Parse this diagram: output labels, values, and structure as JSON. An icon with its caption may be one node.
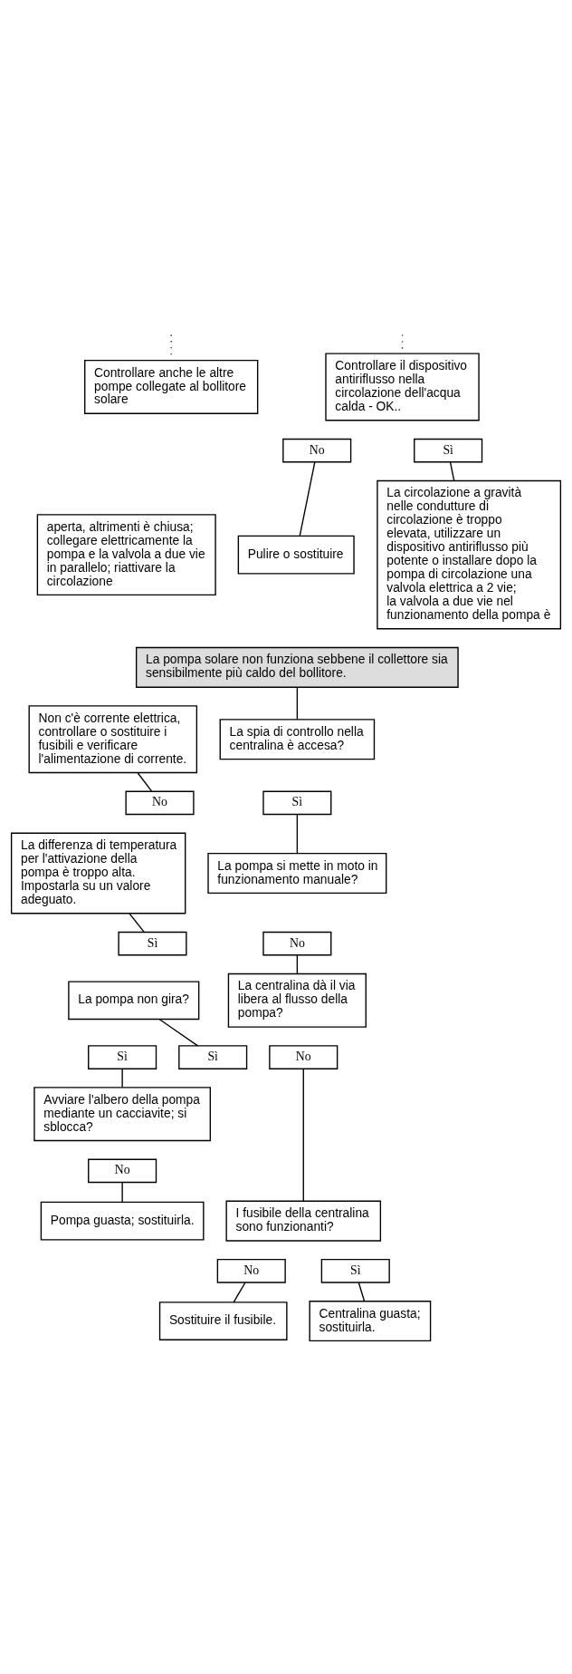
{
  "diagram": {
    "nodes": [
      {
        "text": [
          "Controllare il dispositivo antiriflusso nella circolazione dell'acqua calda - OK.."
        ]
      },
      {
        "text": [
          "Sì"
        ]
      },
      {
        "text": [
          "No"
        ]
      },
      {
        "text": [
          "Controllare anche le altre pompe collegate al bollitore solare"
        ]
      },
      {
        "text": [
          "La circolazione a gravità nelle condutture di circolazione è troppo elevata, utilizzare un dispositivo antiriflusso più potente o installare dopo la pompa di circolazione una valvola elettrica a 2 vie; la valvola a due vie nel funzionamento della pompa è"
        ]
      },
      {
        "text": [
          "Pulire o sostituire"
        ]
      },
      {
        "text": [
          "aperta, altrimenti è chiusa; collegare elettricamente la pompa e la valvola a due vie in parallelo; riattivare la circolazione"
        ]
      },
      {
        "text": [
          "La pompa solare non funziona sebbene il collettore sia sensibilmente più caldo del bollitore."
        ]
      },
      {
        "text": [
          "La spia di controllo nella centralina è accesa?"
        ]
      },
      {
        "text": [
          "Sì"
        ]
      },
      {
        "text": [
          "No"
        ]
      },
      {
        "text": [
          "Non c'è corrente elettrica, controllare o sostituire i fusibili e verificare l'alimentazione di corrente."
        ]
      },
      {
        "text": [
          "La pompa si mette in moto in funzionamento manuale?"
        ]
      },
      {
        "text": [
          "No"
        ]
      },
      {
        "text": [
          "Sì"
        ]
      },
      {
        "text": [
          "La differenza di temperatura per l'attivazione della pompa è troppo alta. Impostarla su un valore adeguato."
        ]
      },
      {
        "text": [
          "La centralina dà il via libera al flusso della pompa?"
        ]
      },
      {
        "text": [
          "No"
        ]
      },
      {
        "text": [
          "Sì"
        ]
      },
      {
        "text": [
          "La pompa non gira?"
        ]
      },
      {
        "text": [
          "Sì"
        ]
      },
      {
        "text": [
          "Avviare l'albero della pompa mediante un cacciavite; si sblocca?"
        ]
      },
      {
        "text": [
          "No"
        ]
      },
      {
        "text": [
          "Pompa guasta; sostituirla."
        ]
      },
      {
        "text": [
          "I fusibile della centralina sono funzionanti?"
        ]
      },
      {
        "text": [
          "No"
        ]
      },
      {
        "text": [
          "Sì"
        ]
      },
      {
        "text": [
          "Sostituire il fusibile."
        ]
      },
      {
        "text": [
          "Centralina guasta; sostituirla."
        ]
      }
    ],
    "edges": [
      {
        "from": null,
        "to": 0,
        "arrow": "none",
        "style": "dashed"
      },
      {
        "from": null,
        "to": 3,
        "arrow": "none",
        "style": "dashed"
      },
      {
        "from": 1,
        "to": 4,
        "arrow": "none"
      },
      {
        "from": 2,
        "to": 5,
        "arrow": "none"
      },
      {
        "from": 7,
        "to": 8,
        "arrow": "none"
      },
      {
        "from": 10,
        "to": 11,
        "arrow": "none"
      },
      {
        "from": 9,
        "to": 12,
        "arrow": "none"
      },
      {
        "from": 14,
        "to": 15,
        "arrow": "none"
      },
      {
        "from": 13,
        "to": 16,
        "arrow": "none"
      },
      {
        "from": 18,
        "to": 19,
        "arrow": "none"
      },
      {
        "from": 20,
        "to": 21,
        "arrow": "none"
      },
      {
        "from": 22,
        "to": 23,
        "arrow": "none"
      },
      {
        "from": 17,
        "to": 24,
        "arrow": "none"
      },
      {
        "from": 25,
        "to": 27,
        "arrow": "none"
      },
      {
        "from": 26,
        "to": 28,
        "arrow": "none"
      }
    ]
  }
}
